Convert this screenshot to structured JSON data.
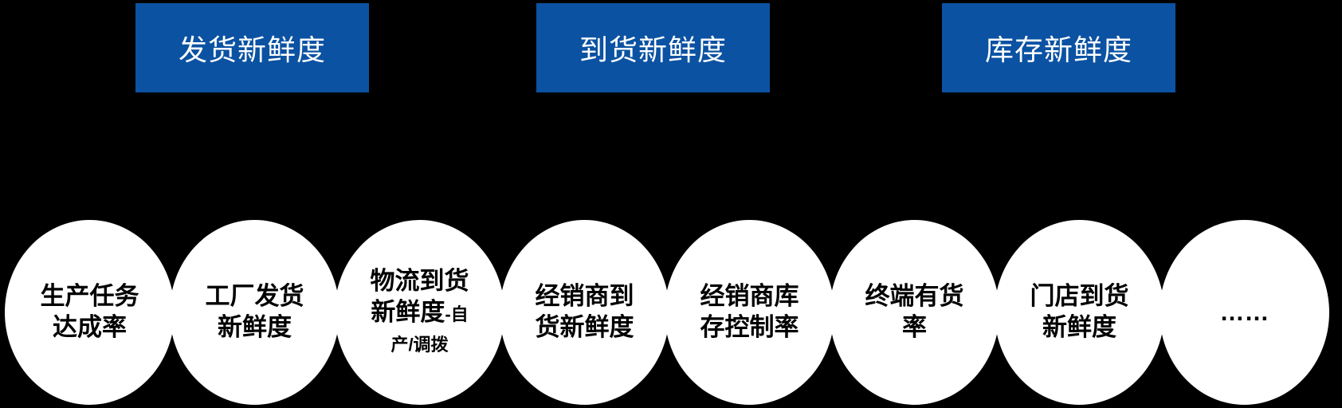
{
  "diagram": {
    "stage_headers": [
      {
        "label": "发货新鲜度"
      },
      {
        "label": "到货新鲜度"
      },
      {
        "label": "库存新鲜度"
      }
    ],
    "metrics": [
      {
        "label": "生产任务达成率",
        "sublabel": ""
      },
      {
        "label": "工厂发货新鲜度",
        "sublabel": ""
      },
      {
        "label": "物流到货新鲜度",
        "sublabel": "-自产/调拨"
      },
      {
        "label": "经销商到货新鲜度",
        "sublabel": ""
      },
      {
        "label": "经销商库存控制率",
        "sublabel": ""
      },
      {
        "label": "终端有货率",
        "sublabel": ""
      },
      {
        "label": "门店到货新鲜度",
        "sublabel": ""
      },
      {
        "label": "……",
        "sublabel": ""
      }
    ],
    "colors": {
      "background": "#000000",
      "header_background": "#0B52A2",
      "header_text": "#FFFFFF",
      "circle_background": "#FFFFFF",
      "circle_text": "#000000"
    }
  }
}
